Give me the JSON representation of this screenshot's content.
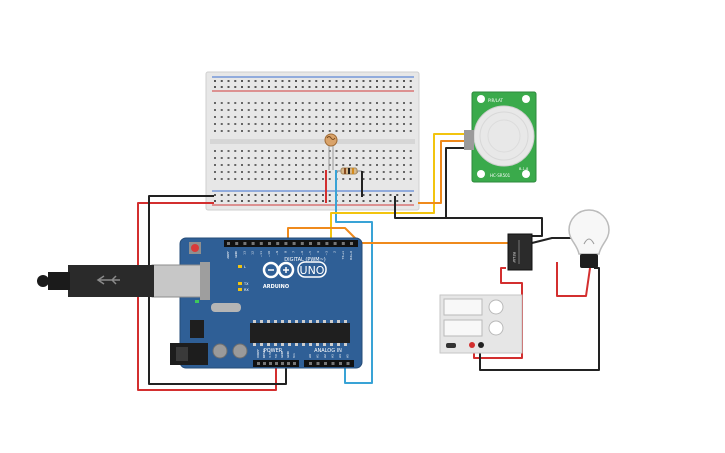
{
  "canvas": {
    "background": "#ffffff"
  },
  "arduino": {
    "brand": "ARDUINO",
    "model": "UNO",
    "digital_header": "DIGITAL (PWM~)",
    "power_header": "POWER",
    "analog_header": "ANALOG IN",
    "tx": "TX",
    "rx": "RX",
    "led_l": "L",
    "board_color": "#2f5f96",
    "digital_pins": [
      "AREF",
      "GND",
      "13",
      "12",
      "~11",
      "~10",
      "~9",
      "8",
      "7",
      "~6",
      "~5",
      "4",
      "~3",
      "2",
      "TX→1",
      "RX←0"
    ],
    "power_pins": [
      "IOREF",
      "RESET",
      "3.3V",
      "5V",
      "GND",
      "GND",
      "Vin"
    ],
    "analog_pins": [
      "A0",
      "A1",
      "A2",
      "A3",
      "A4",
      "A5"
    ]
  },
  "pir": {
    "top_label": "PIR/LAT",
    "side_label": "HC-SR501",
    "bottom_label": "B-1-8",
    "board_color": "#3aaa4b"
  },
  "relay": {
    "label": "RELAY"
  },
  "power_supply": {
    "body_color": "#e6e6e6"
  },
  "colors": {
    "wire_red": "#d32f2f",
    "wire_black": "#222222",
    "wire_yellow": "#f2c40f",
    "wire_orange": "#ef8a1c",
    "wire_blue": "#39a3d6"
  },
  "icons": [
    "usb-cable-icon",
    "bulb-icon",
    "ldr-icon",
    "resistor-icon"
  ]
}
